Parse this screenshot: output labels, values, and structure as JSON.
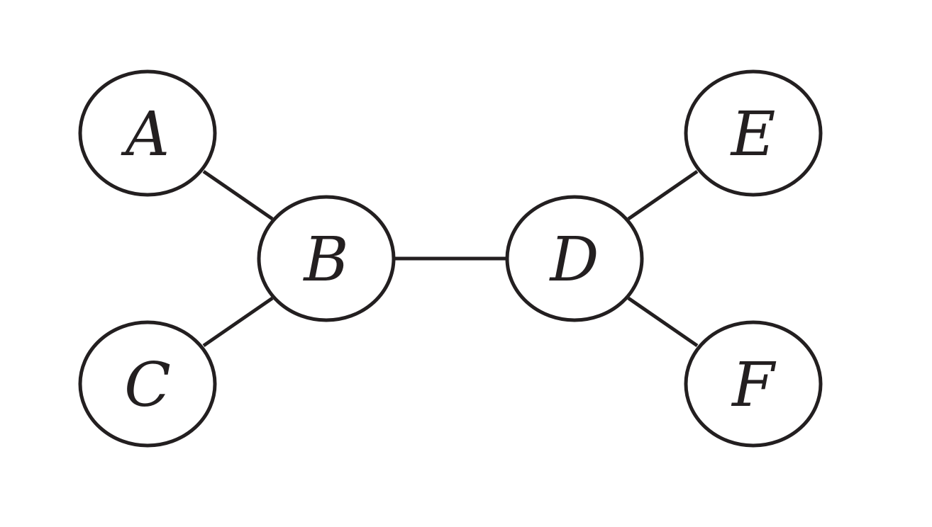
{
  "diagram": {
    "type": "undirected-graph",
    "colors": {
      "stroke": "#231f20",
      "fill": "#ffffff",
      "text": "#231f20"
    },
    "nodes": [
      {
        "id": "A",
        "label": "A"
      },
      {
        "id": "B",
        "label": "B"
      },
      {
        "id": "C",
        "label": "C"
      },
      {
        "id": "D",
        "label": "D"
      },
      {
        "id": "E",
        "label": "E"
      },
      {
        "id": "F",
        "label": "F"
      }
    ],
    "edges": [
      {
        "from": "A",
        "to": "B"
      },
      {
        "from": "C",
        "to": "B"
      },
      {
        "from": "B",
        "to": "D"
      },
      {
        "from": "D",
        "to": "E"
      },
      {
        "from": "D",
        "to": "F"
      }
    ]
  }
}
